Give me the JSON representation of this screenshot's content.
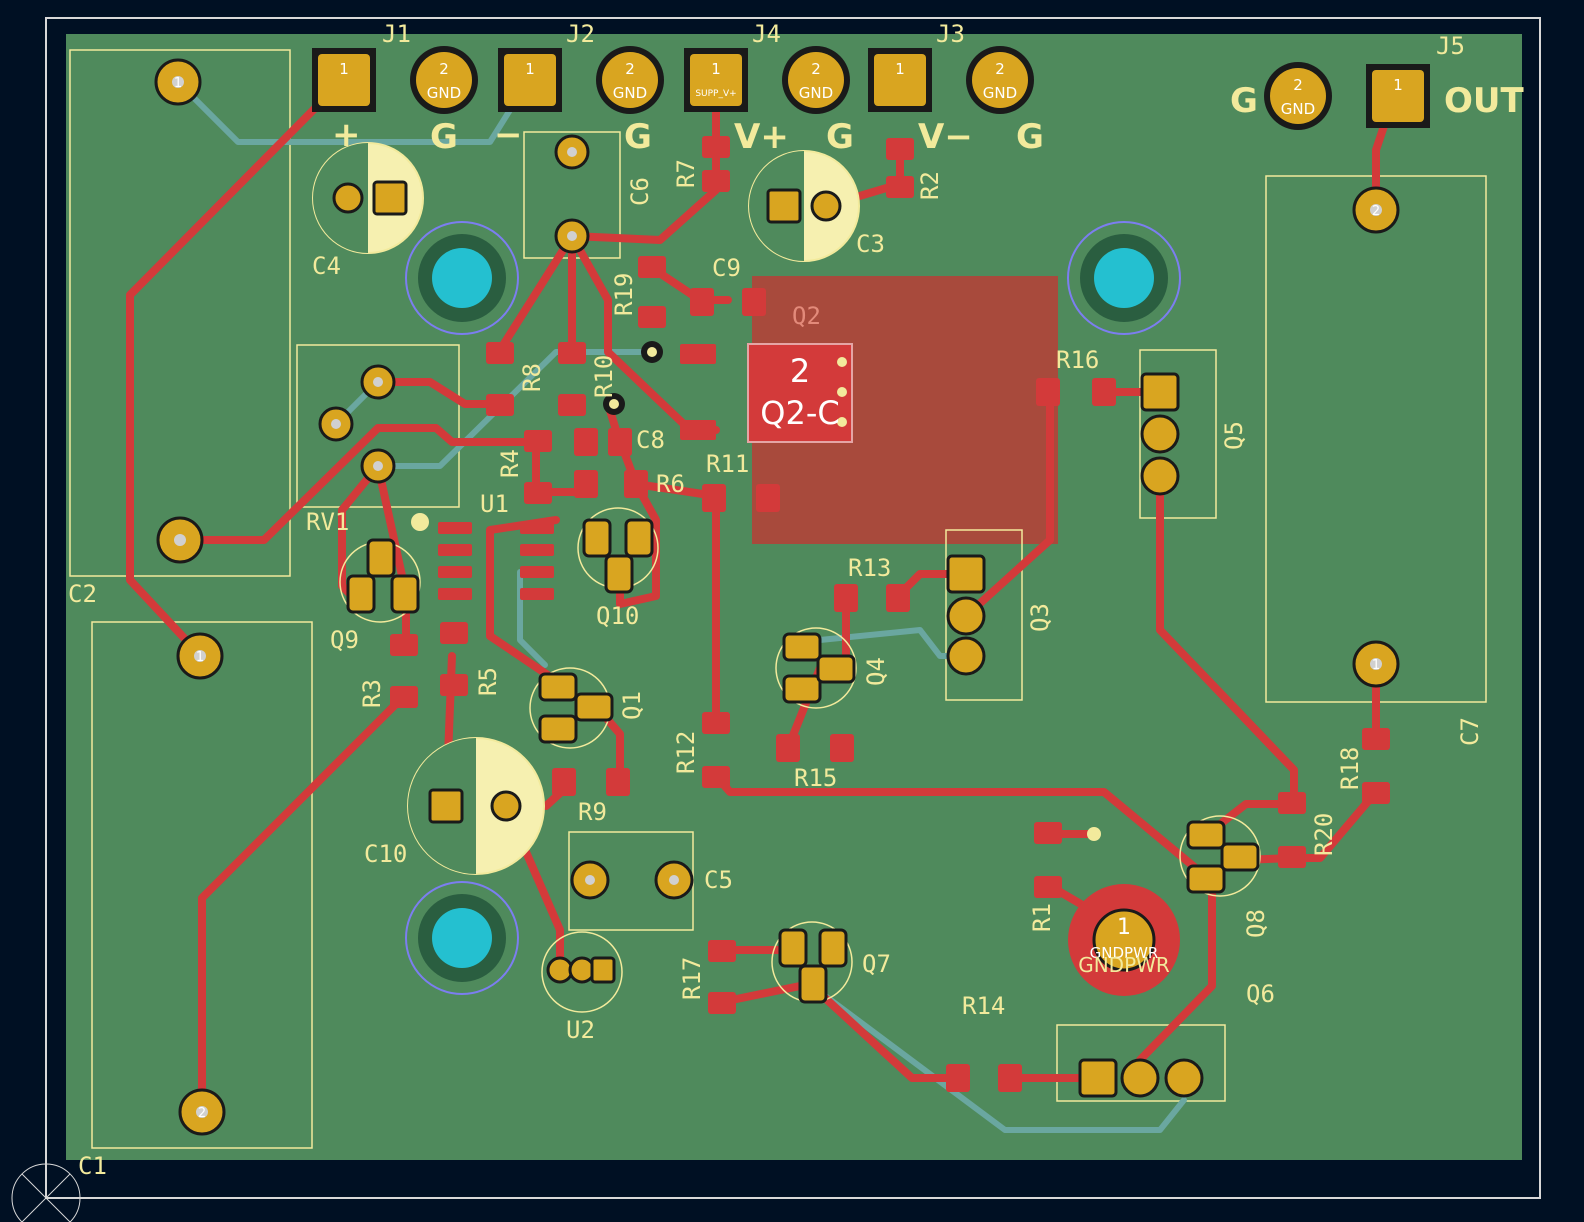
{
  "colors": {
    "background": "#001023",
    "board": "#4f8a5c",
    "copper_track": "#d33a3a",
    "back_track": "#6aa7a0",
    "pad": "#d9a520",
    "silk": "#f2ea9c",
    "mounting_hole": "#24c0d0",
    "zone": "#a84a3c",
    "courtyard": "#c05abf"
  },
  "connectors": {
    "j1": {
      "ref": "J1",
      "pin1_label": "1",
      "pin2_label": "2",
      "pin2_net": "GND",
      "sign_left": "+",
      "sign_right": "G"
    },
    "j2": {
      "ref": "J2",
      "pin1_label": "1",
      "pin2_label": "2",
      "pin2_net": "GND",
      "sign_left": "−",
      "sign_right": "G"
    },
    "j4": {
      "ref": "J4",
      "pin1_label": "1",
      "pin1_net": "SUPP_V+",
      "pin2_label": "2",
      "pin2_net": "GND",
      "sign_left": "V+",
      "sign_right": "G"
    },
    "j3": {
      "ref": "J3",
      "pin1_label": "1",
      "pin2_label": "2",
      "pin2_net": "GND",
      "sign_left": "V−",
      "sign_right": "G"
    },
    "j5": {
      "ref": "J5",
      "pin1_label": "1",
      "pin2_label": "2",
      "pin2_net": "GND",
      "sign_left": "G",
      "sign_right": "OUT"
    }
  },
  "components": {
    "c1": "C1",
    "c2": "C2",
    "c3": "C3",
    "c4": "C4",
    "c5": "C5",
    "c6": "C6",
    "c7": "C7",
    "c8": "C8",
    "c9": "C9",
    "c10": "C10",
    "r1": "R1",
    "r2": "R2",
    "r3": "R3",
    "r4": "R4",
    "r5": "R5",
    "r6": "R6",
    "r7": "R7",
    "r8": "R8",
    "r9": "R9",
    "r10": "R10",
    "r11": "R11",
    "r12": "R12",
    "r13": "R13",
    "r14": "R14",
    "r15": "R15",
    "r16": "R16",
    "r17": "R17",
    "r18": "R18",
    "r19": "R19",
    "r20": "R20",
    "q1": "Q1",
    "q3": "Q3",
    "q4": "Q4",
    "q5": "Q5",
    "q6": "Q6",
    "q7": "Q7",
    "q8": "Q8",
    "q9": "Q9",
    "q10": "Q10",
    "u1": "U1",
    "u2": "U2",
    "rv1": "RV1"
  },
  "q2": {
    "ref": "Q2",
    "pad_number": "2",
    "pad_net": "Q2-C"
  },
  "gndpwr": {
    "pad_number": "1",
    "net": "GNDPWR"
  },
  "pad_numbers": {
    "one": "1",
    "two": "2"
  }
}
